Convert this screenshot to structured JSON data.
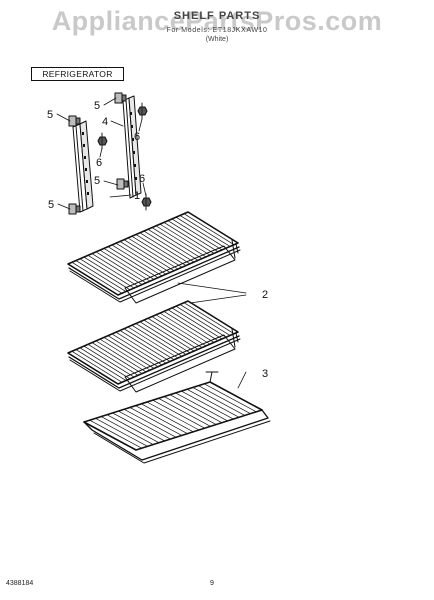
{
  "watermark": "AppliancePartsPros.com",
  "header": {
    "title": "SHELF PARTS",
    "subtitle_line1": "For Models: ET18JKXAW10",
    "subtitle_line2": "(White)"
  },
  "section_label": "REFRIGERATOR",
  "callouts": {
    "bracket": "1",
    "wire_shelf": "2",
    "crisper_shelf": "3",
    "shelf_pin": "4",
    "upper_clip": "5",
    "screw": "6"
  },
  "footer": {
    "doc_number": "4388184",
    "page_number": "9"
  },
  "colors": {
    "line": "#111111",
    "watermark": "#c9c9c9"
  }
}
